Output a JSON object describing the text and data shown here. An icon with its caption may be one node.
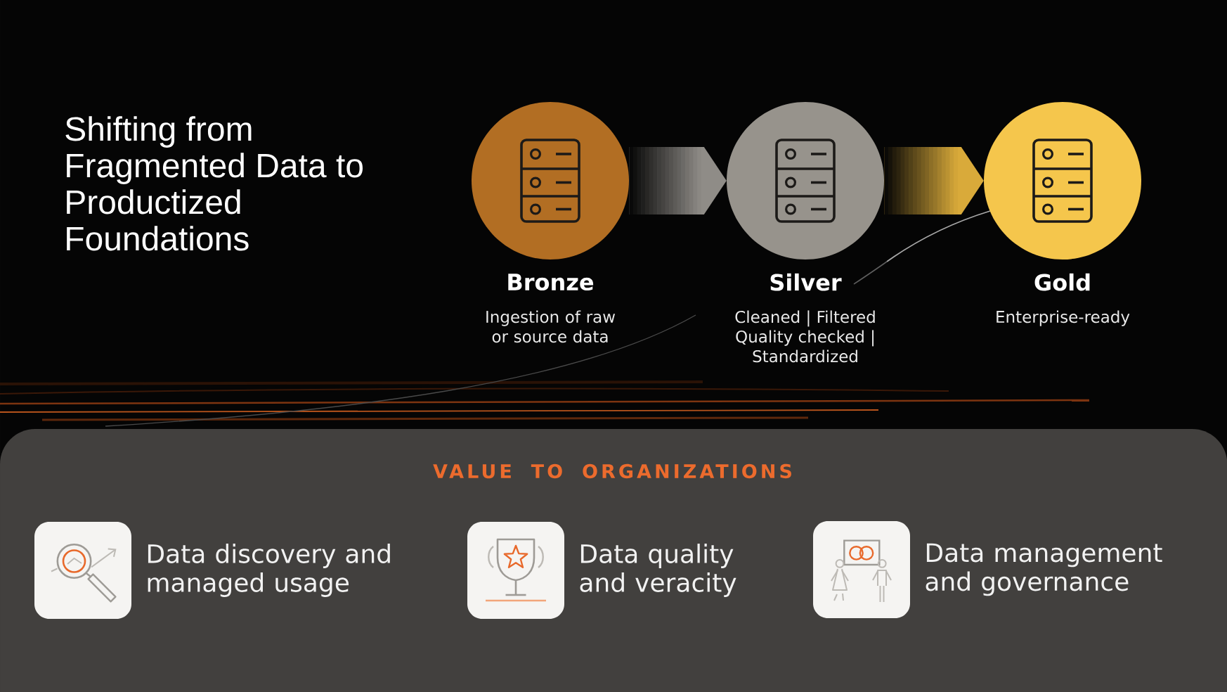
{
  "diagram": {
    "title": "Shifting from Fragmented Data to Productized Foundations",
    "nodes": [
      {
        "text": [
          "Bronze"
        ],
        "beside": [
          "Ingestion of raw or source data"
        ]
      },
      {
        "text": [
          "Silver"
        ],
        "beside": [
          "Cleaned | Filtered Quality checked | Standardized"
        ]
      },
      {
        "text": [
          "Gold"
        ],
        "beside": [
          "Enterprise-ready"
        ]
      },
      {
        "text": [
          "VALUE TO ORGANIZATIONS"
        ]
      },
      {
        "text": [],
        "shape": "picture",
        "in": 3,
        "beside": [
          "Data discovery and managed usage"
        ]
      },
      {
        "text": [],
        "shape": "picture",
        "in": 3,
        "beside": [
          "Data quality and veracity"
        ]
      },
      {
        "text": [],
        "shape": "picture",
        "in": 3,
        "beside": [
          "Data management and governance"
        ]
      }
    ],
    "edges": [
      {
        "from": 0,
        "to": 1,
        "arrow": "to",
        "color": "#8f8c87"
      },
      {
        "from": 1,
        "to": 2,
        "arrow": "to",
        "color": "#d9aa3a"
      }
    ]
  }
}
